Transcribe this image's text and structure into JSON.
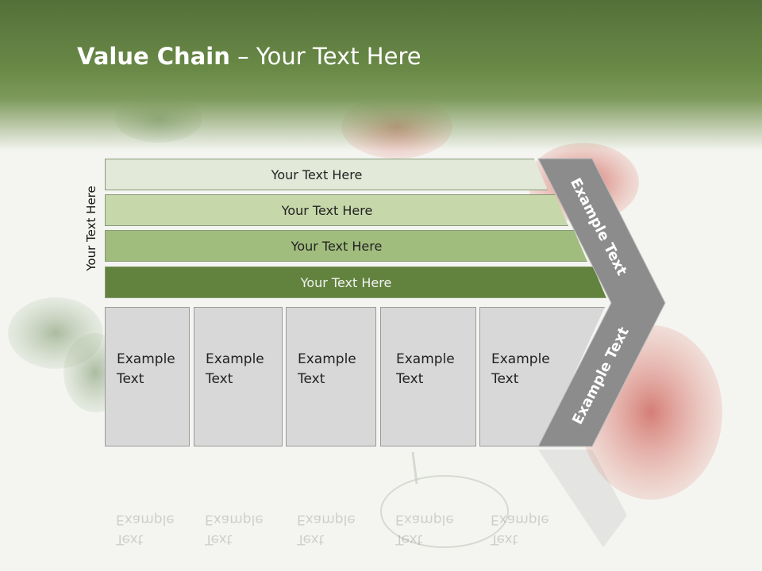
{
  "title": {
    "bold": "Value Chain",
    "rest": " – Your Text Here"
  },
  "side_label": "Your Text Here",
  "bands": [
    {
      "label": "Your Text Here",
      "color": "#e2e9d8"
    },
    {
      "label": "Your Text Here",
      "color": "#c6d8aa"
    },
    {
      "label": "Your Text Here",
      "color": "#a1bd7e"
    },
    {
      "label": "Your Text Here",
      "color": "#62833e"
    }
  ],
  "cards": [
    {
      "line1": "Example",
      "line2": "Text"
    },
    {
      "line1": "Example",
      "line2": "Text"
    },
    {
      "line1": "Example",
      "line2": "Text"
    },
    {
      "line1": "Example",
      "line2": "Text"
    },
    {
      "line1": "Example",
      "line2": "Text"
    }
  ],
  "chevron": {
    "upper": "Example Text",
    "lower": "Example Text",
    "color": "#8c8c8c"
  },
  "colors": {
    "header": "#5f7e40",
    "card": "#d8d8d8"
  }
}
